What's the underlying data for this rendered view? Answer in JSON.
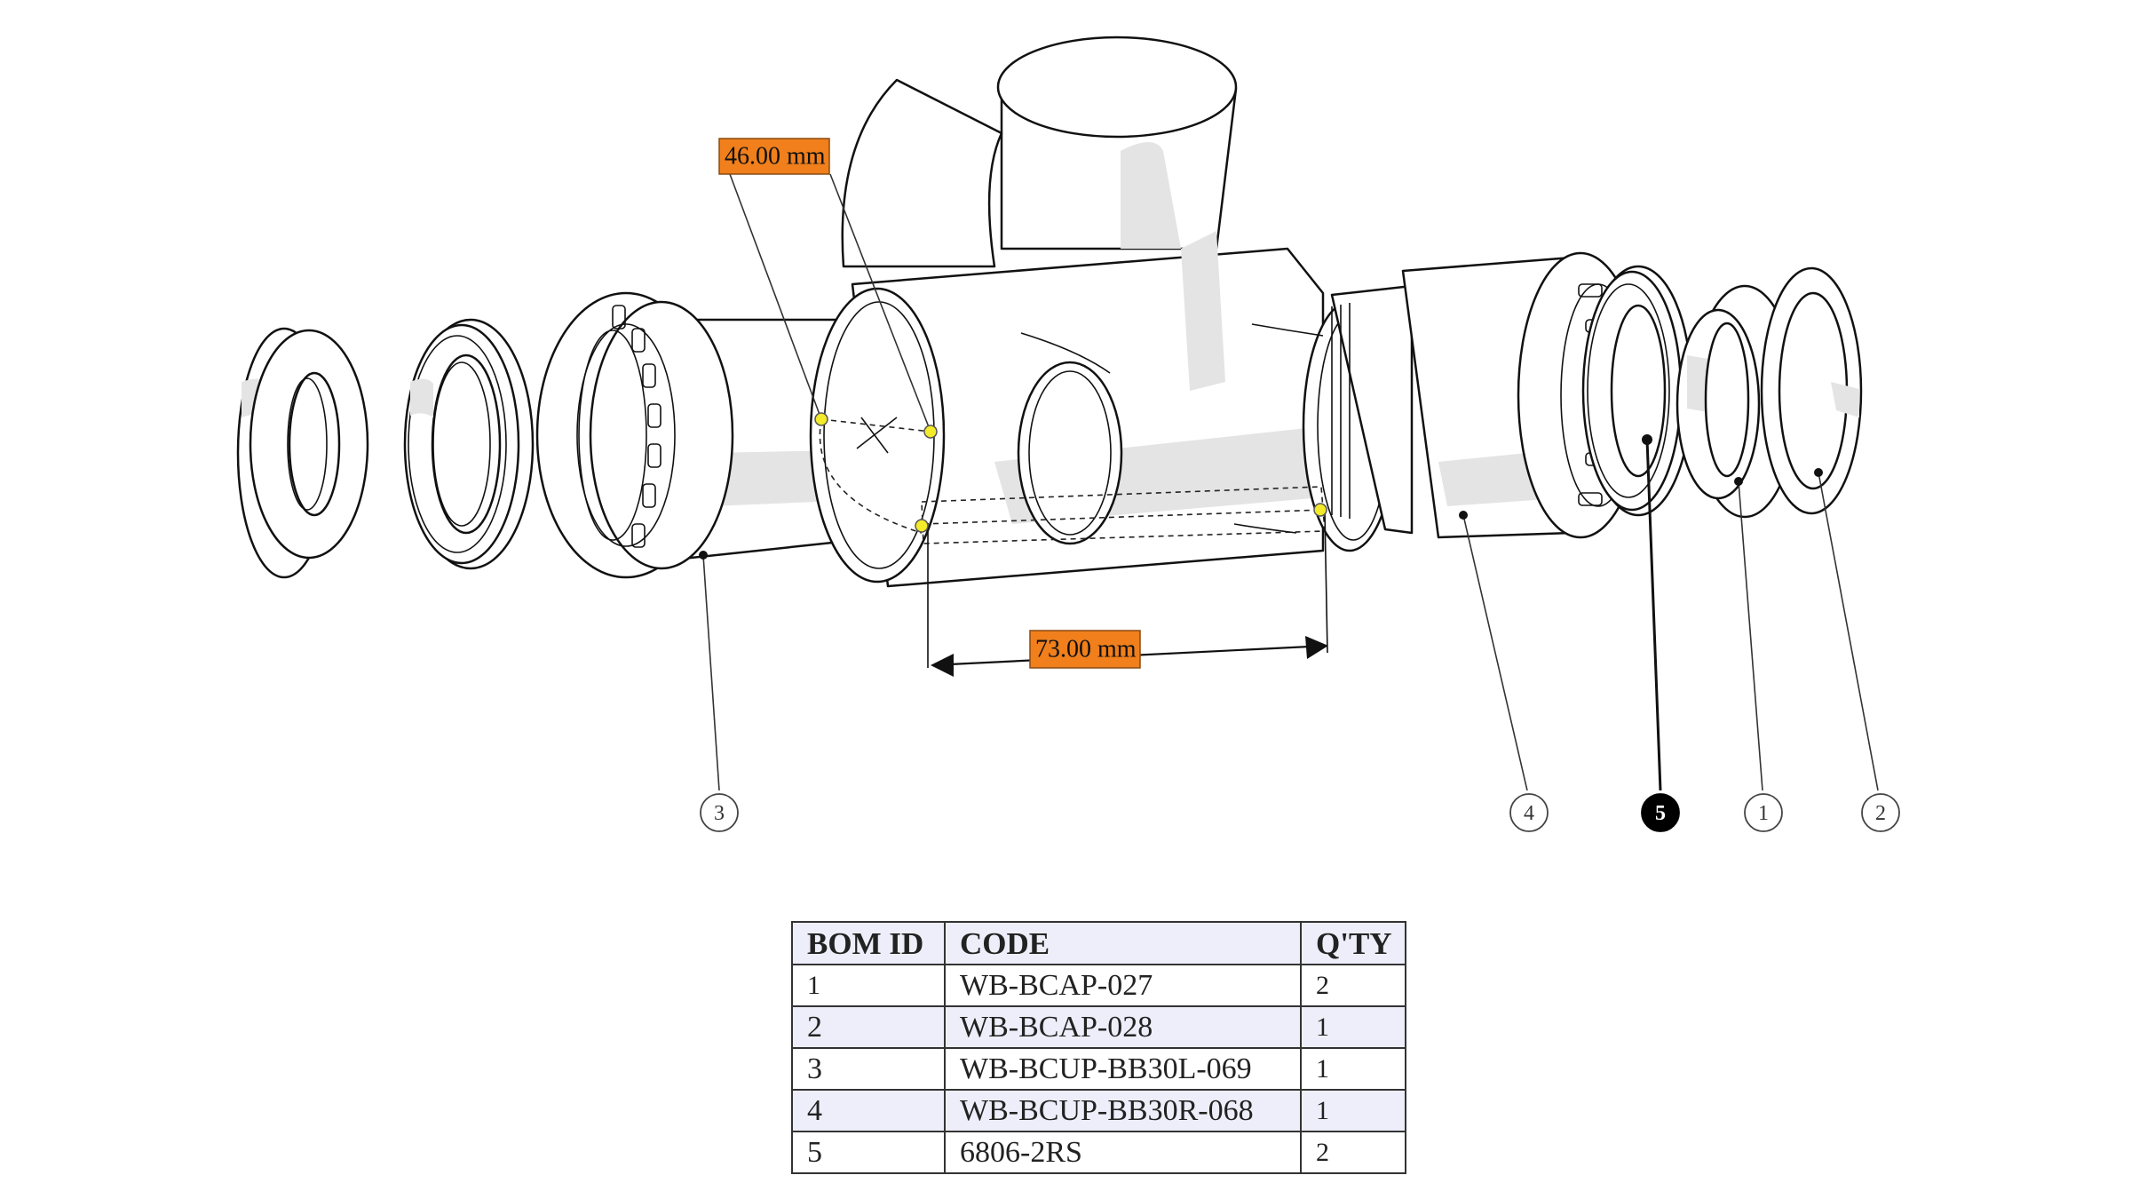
{
  "dimensions": [
    {
      "label": "46.00 mm"
    },
    {
      "label": "73.00 mm"
    }
  ],
  "balloons": [
    {
      "id": "3",
      "active": false
    },
    {
      "id": "4",
      "active": false
    },
    {
      "id": "5",
      "active": true
    },
    {
      "id": "1",
      "active": false
    },
    {
      "id": "2",
      "active": false
    }
  ],
  "bom": {
    "headers": [
      "BOM ID",
      "CODE",
      "Q'TY"
    ],
    "rows": [
      {
        "id": "1",
        "code": "WB-BCAP-027",
        "qty": "2"
      },
      {
        "id": "2",
        "code": "WB-BCAP-028",
        "qty": "1"
      },
      {
        "id": "3",
        "code": "WB-BCUP-BB30L-069",
        "qty": "1"
      },
      {
        "id": "4",
        "code": "WB-BCUP-BB30R-068",
        "qty": "1"
      },
      {
        "id": "5",
        "code": "6806-2RS",
        "qty": "2"
      }
    ]
  },
  "colors": {
    "dimension_tag": "#f07f1c",
    "measure_point": "#f3ea2a",
    "active_balloon": "#000000",
    "table_header": "#eeeefb"
  }
}
